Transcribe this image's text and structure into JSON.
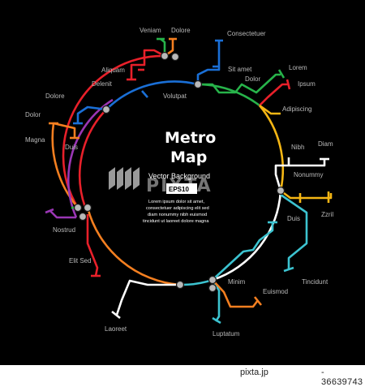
{
  "poster": {
    "title_line1": "Metro",
    "title_line2": "Map",
    "subtitle": "Vector Background",
    "badge": "EPS10",
    "body_lines": [
      "Lorem ipsum dolor sit amet,",
      "consectetuer adipiscing elit sed",
      "diam nonummy nibh euismod",
      "tincidunt ut laoreet dolore magna"
    ],
    "watermark": "PIXTA"
  },
  "stations": {
    "veniam": "Veniam",
    "dolore_top": "Dolore",
    "consectetuer": "Consectetuer",
    "aliquam": "Aliquam",
    "sit_amet": "Sit amet",
    "lorem": "Lorem",
    "dolor_right": "Dolor",
    "ipsum": "Ipsum",
    "delenit": "Delenit",
    "dolore_left": "Dolore",
    "volutpat": "Volutpat",
    "adipiscing": "Adipiscing",
    "dolor_left": "Dolor",
    "nibh": "Nibh",
    "diam": "Diam",
    "magna": "Magna",
    "duis_left": "Duis",
    "nonummy": "Nonummy",
    "zzril": "Zzril",
    "duis_right": "Duis",
    "nostrud": "Nostrud",
    "elit_sed": "Elit Sed",
    "tincidunt": "Tincidunt",
    "minim": "Minim",
    "euismod": "Euismod",
    "laoreet": "Laoreet",
    "luptatum": "Luptatum"
  },
  "colors": {
    "background": "#000000",
    "red": "#e8202a",
    "blue": "#1a6fd6",
    "green": "#27b34a",
    "yellow": "#f5b614",
    "white": "#ffffff",
    "cyan": "#3cc3d0",
    "orange": "#f47f20",
    "purple": "#9a36b4",
    "station_fill": "#b9b9b9"
  },
  "footer": {
    "site": "pixta.jp",
    "image_id": "- 36639743"
  }
}
